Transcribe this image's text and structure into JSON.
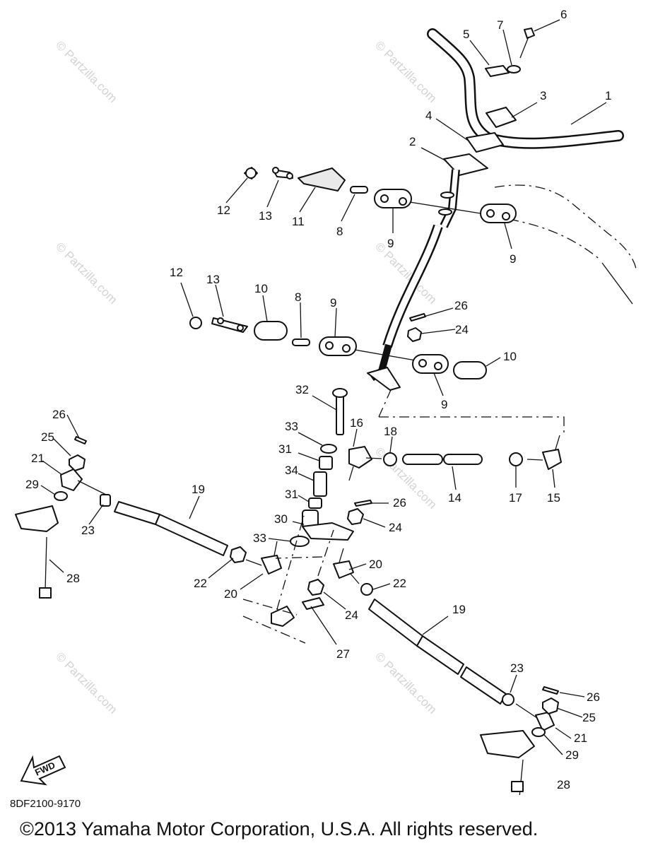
{
  "diagram": {
    "drawing_code": "8DF2100-9170",
    "copyright": "©2013 Yamaha Motor Corporation, U.S.A. All rights reserved.",
    "fwd_label": "FWD",
    "watermark_text": "© Partzilla.com",
    "callouts": [
      "1",
      "2",
      "3",
      "4",
      "5",
      "6",
      "7",
      "8",
      "9",
      "10",
      "11",
      "12",
      "13",
      "14",
      "15",
      "16",
      "17",
      "18",
      "19",
      "20",
      "21",
      "22",
      "23",
      "24",
      "25",
      "26",
      "27",
      "28",
      "29",
      "30",
      "31",
      "32",
      "33",
      "34"
    ]
  }
}
